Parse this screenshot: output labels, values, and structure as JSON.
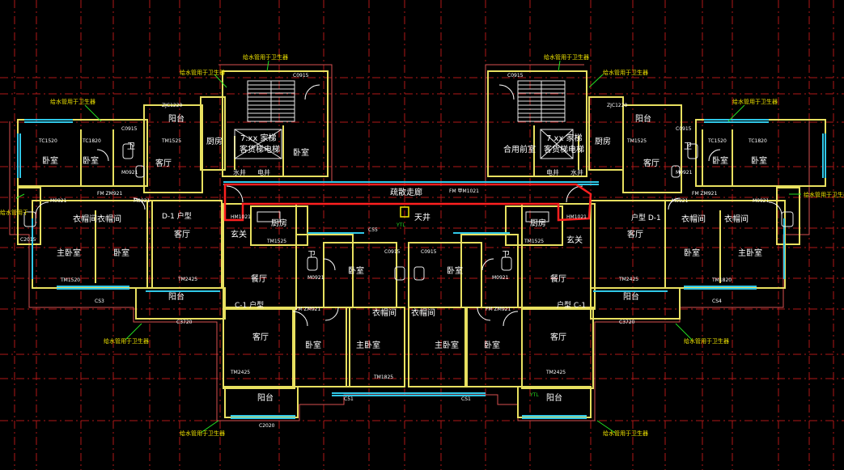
{
  "colors": {
    "background": "#000000",
    "grid": "#b01818",
    "wall": "#e8e060",
    "window": "#30c8e8",
    "outline": "#d85050",
    "door": "#ffffff",
    "annotation": "#22dd22",
    "callout": "#f2e600",
    "highlight": "#ff2020"
  },
  "rooms": {
    "corridor": "疏散走廊",
    "light_well": "天井",
    "foyer": "玄关",
    "kitchen": "厨房",
    "living": "客厅",
    "dining": "餐厅",
    "bedroom": "卧室",
    "master_bedroom": "主卧室",
    "wardrobe": "衣帽间",
    "balcony": "阳台",
    "toilet": "卫",
    "water_shaft": "水井",
    "elec_shaft": "电井",
    "fire_room": "合用前室",
    "stair_tag_left": "7.xx 家梯",
    "stair_tag_right": "7.xx 家梯",
    "elevator_left": "客货梯电梯",
    "elevator_right": "客货梯电梯"
  },
  "unit_tags": {
    "d1_left": "D-1 户型",
    "d1_right": "户型 D-1",
    "c1_left": "C-1 户型",
    "c1_right": "户型 C-1"
  },
  "callouts": {
    "ac_top_left_a": "给水管用于卫生器",
    "ac_top_left_b": "给水管用于卫生器",
    "ac_top_right_a": "给水管用于卫生器",
    "ac_top_right_b": "给水管用于卫生器",
    "ac_left_upper": "给水管用于卫生器",
    "ac_right_upper": "给水管用于卫生器",
    "ac_left_lower": "给水管用于卫生器",
    "ac_right_lower": "给水管用于卫生器",
    "ac_bottom_left": "给水管用于卫生器",
    "ac_bottom_right": "给水管用于卫生器",
    "ac_side_left": "给水管用于",
    "ac_side_right": "给水管用于卫生器"
  },
  "codes": {
    "m0921": "M0921",
    "fm_zm921": "FM ZM921",
    "tm1525": "TM1525",
    "tm2425": "TM2425",
    "c0915": "C0915",
    "c0915b": "C0915",
    "c0915c": "C0915",
    "c2015": "C2015",
    "c2020": "C2020",
    "c3720": "C3720",
    "tc1520": "TC1520",
    "tc1520b": "TC1520",
    "tc1820": "TC1820",
    "hm1021": "HM1021",
    "zjc1220": "ZJC1220",
    "c51": "C51",
    "cs1": "CS1",
    "cs3": "CS3",
    "c55": "C55",
    "ytl": "YTL",
    "ytl2": "YTL",
    "tm1520": "TM1520",
    "tm1820": "TM1820",
    "tm1825": "TM1825",
    "cs4": "CS4",
    "fm_jm": "FM 甲M1021"
  }
}
